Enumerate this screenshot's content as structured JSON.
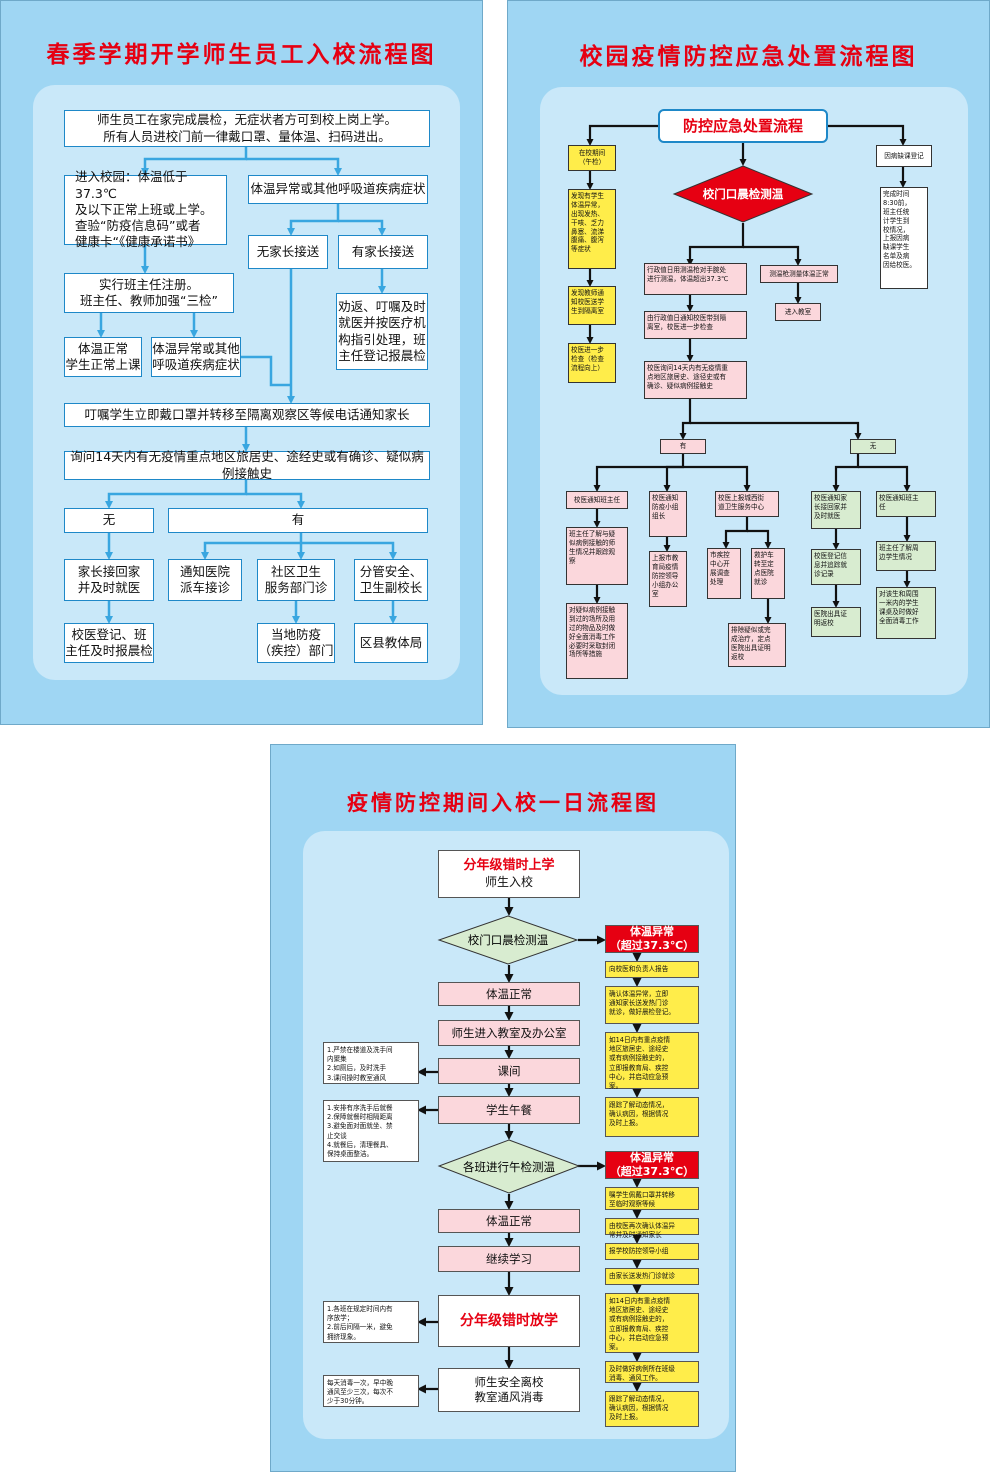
{
  "poster1": {
    "title": "春季学期开学师生员工入校流程图",
    "colors": {
      "line": "#39a6e0",
      "title": "#e60012"
    },
    "nodes": {
      "n1": "师生员工在家完成晨检，无症状者方可到校上岗上学。\n所有人员进校门前一律戴口罩、量体温、扫码进出。",
      "n2": "进入校园：体温低于37.3℃\n及以下正常上班或上学。\n查验“防疫信息码”或者\n健康卡“《健康承诺书》",
      "n3": "体温异常或其他呼吸道疾病症状",
      "n4": "无家长接送",
      "n5": "有家长接送",
      "n6": "实行班主任注册。\n班主任、教师加强“三检”",
      "n7": "劝返、叮嘱及时\n就医并按医疗机\n构指引处理，班\n主任登记报晨检",
      "n8": "体温正常\n学生正常上课",
      "n9": "体温异常或其他\n呼吸道疾病症状",
      "n10": "叮嘱学生立即戴口罩并转移至隔离观察区等候电话通知家长",
      "n11": "询问14天内有无疫情重点地区旅居史、途经史或有确诊、疑似病例接触史",
      "n12": "无",
      "n13": "有",
      "n14": "家长接回家\n并及时就医",
      "n15": "通知医院\n派车接诊",
      "n16": "社区卫生\n服务部门诊",
      "n17": "分管安全、\n卫生副校长",
      "n18": "校医登记、班\n主任及时报晨检",
      "n19": "当地防疫\n（疾控）部门",
      "n20": "区县教体局"
    }
  },
  "poster2": {
    "title": "校园疫情防控应急处置流程图",
    "nodes": {
      "top": "防控应急处置流程",
      "diamond": "校门口晨检测温",
      "l1": "在校期间\n（午检）",
      "l2": "发现有学生\n体温异常，\n出现发热、\n干咳、乏力\n鼻塞、流涕\n腹痛、腹泻\n等症状",
      "l3": "发现教师通\n知校医送学\n生到隔离室",
      "l4": "校医进一步\n检查（检查\n流程向上）",
      "r1": "因病缺课登记",
      "r2": "完成时间\n8:30前，\n班主任统\n计学生到\n校情况，\n上报因病\n缺课学生\n名单及病\n因给校医。",
      "m1": "行政值日用测温枪对手腕处\n进行测温，体温超出37.3℃",
      "m2": "测温枪测量体温正常",
      "m3": "进入教室",
      "m4": "由行政值日通知校医带到隔\n离室，校医进一步检查",
      "m5": "校医询问14天内有无疫情重\n点地区旅居史、途径史或有\n确诊、疑似病例接触史",
      "you": "有",
      "wu": "无",
      "a1": "校医通知班主任",
      "a2": "班主任了解与疑\n似病例接触的师\n生情况并跟踪观\n察",
      "a3": "对疑似病例接触\n到过的场所及用\n过的物品及时做\n好全面消毒工作\n必要时采取封闭\n场所等措施",
      "b1": "校医通知\n防疫小组\n组长",
      "b2": "上报市教\n育局疫情\n防控领导\n小组办公\n室",
      "c1": "校医上报城西街\n道卫生服务中心",
      "c2": "市疾控\n中心开\n展调查\n处理",
      "c3": "救护车\n转至定\n点医院\n就诊",
      "c4": "排除疑似或完\n成治疗，定点\n医院出具证明\n返校",
      "d1": "校医通知家\n长接回家并\n及时就医",
      "d2": "校医登记信\n息并追踪就\n诊记录",
      "d3": "医院出具证\n明返校",
      "e1": "校医通知班主\n任",
      "e2": "班主任了解周\n边学生情况",
      "e3": "对该生和周围\n一米内的学生\n课桌及时做好\n全面消毒工作"
    }
  },
  "poster3": {
    "title": "疫情防控期间入校一日流程图",
    "nodes": {
      "s1a": "分年级错时上学",
      "s1b": "师生入校",
      "s2": "校门口晨检测温",
      "s3": "体温正常",
      "s4": "师生进入教室及办公室",
      "s5": "课间",
      "s6": "学生午餐",
      "s7": "各班进行午检测温",
      "s8": "体温正常",
      "s9": "继续学习",
      "s10": "分年级错时放学",
      "s11": "师生安全离校\n教室通风消毒",
      "abn1": "体温异常\n（超过37.3℃）",
      "abn2": "体温异常\n（超过37.3℃）",
      "y1": "向校医和负责人报告",
      "y2": "确认体温异常，立即\n通知家长送发热门诊\n就诊，做好晨检登记。",
      "y3": "如14日内有重点疫情\n地区旅居史、途经史\n或有病例接触史的，\n立即报教育局、疾控\n中心，并启动应急预\n案。",
      "y4": "跟踪了解动态情况，\n确认病因，根据情况\n及时上报。",
      "y5": "嘱学生佩戴口罩并转移\n至临时观察等候",
      "y6": "由校医再次确认体温异\n常并及时通知家长",
      "y7": "报学校防控领导小组",
      "y8": "由家长送发热门诊就诊",
      "y9": "如14日内有重点疫情\n地区旅居史、途经史\n或有病例接触史的，\n立即报教育局、疾控\n中心，并启动应急预\n案。",
      "y10": "及时做好病例所在班级\n消毒、通风工作。",
      "y11": "跟踪了解动态情况，\n确认病因，根据情况\n及时上报。",
      "w1": "1.严禁在楼道及洗手间\n   内聚集\n2.如厕后，及时洗手\n3.课间操时教室通风",
      "w2": "1.安排有序洗手后就餐\n2.保障就餐时相隔距离\n3.避免面对面就坐、禁\n   止交谈\n4.就餐后，清理餐具、\n   保持桌面整洁。",
      "w3": "1.各班在规定时间内有\n   序放学；\n2.前后间隔一米，避免\n   拥挤现象。",
      "w4": "每天消毒一次，早中晚\n通风至少三次，每次不\n少于30分钟。"
    }
  }
}
